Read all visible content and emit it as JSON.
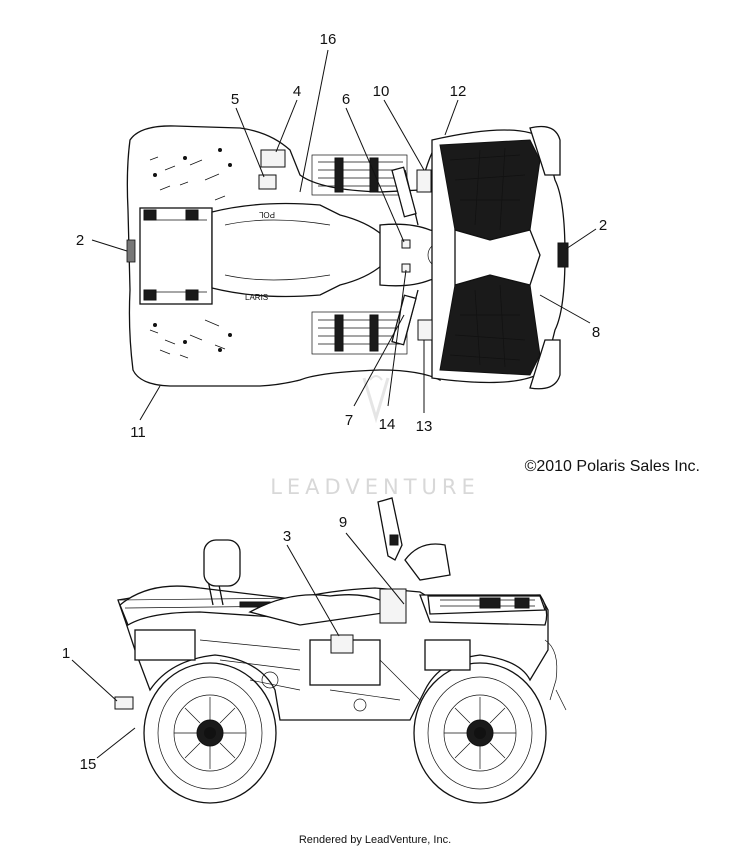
{
  "callouts": {
    "top": {
      "c16": "16",
      "c4": "4",
      "c5": "5",
      "c6": "6",
      "c10": "10",
      "c12": "12",
      "c2_left": "2",
      "c2_right": "2",
      "c8": "8",
      "c11": "11",
      "c7": "7",
      "c14": "14",
      "c13": "13"
    },
    "side": {
      "c3": "3",
      "c9": "9",
      "c1": "1",
      "c15": "15"
    }
  },
  "copyright": "©2010 Polaris Sales Inc.",
  "watermark": "LEADVENTURE",
  "footer": "Rendered by LeadVenture, Inc."
}
